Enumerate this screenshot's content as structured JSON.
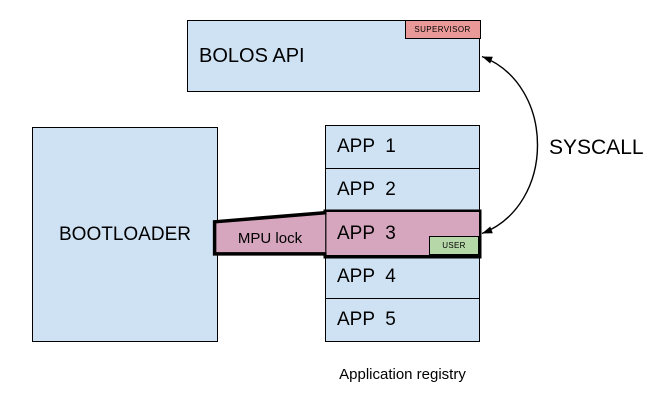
{
  "colors": {
    "blue": "#cfe2f3",
    "pink": "#d5a6bd",
    "red": "#ea9999",
    "green": "#b6d7a8",
    "ink": "#000000"
  },
  "bolos": {
    "label": "BOLOS API",
    "badge": "SUPERVISOR"
  },
  "bootloader": {
    "label": "BOOTLOADER"
  },
  "registry": {
    "apps": [
      "APP  1",
      "APP  2",
      "APP  3",
      "APP  4",
      "APP  5"
    ],
    "highlighted_app": "APP  3",
    "user_badge": "USER",
    "caption": "Application registry"
  },
  "mpu": {
    "label": "MPU lock"
  },
  "syscall": {
    "label": "SYSCALL"
  }
}
